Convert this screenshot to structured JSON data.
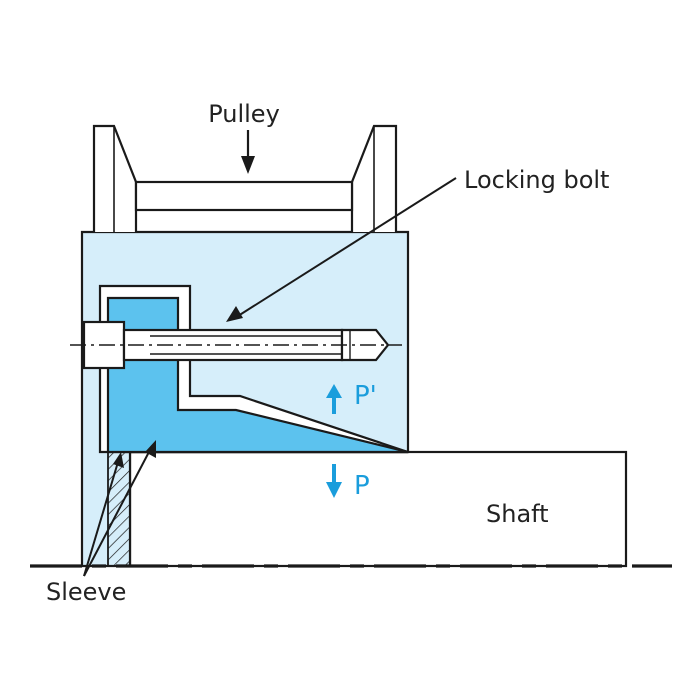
{
  "labels": {
    "pulley": "Pulley",
    "locking_bolt": "Locking bolt",
    "shaft": "Shaft",
    "sleeve": "Sleeve",
    "force_up": "P'",
    "force_down": "P"
  },
  "colors": {
    "line": "#1a1a1a",
    "pulley_fill": "#d6eefa",
    "sleeve_fill": "#5cc2ee",
    "force_arrow": "#1a9ddc",
    "background": "#ffffff"
  },
  "icons": {
    "force_up": "arrow-up-icon",
    "force_down": "arrow-down-icon"
  }
}
